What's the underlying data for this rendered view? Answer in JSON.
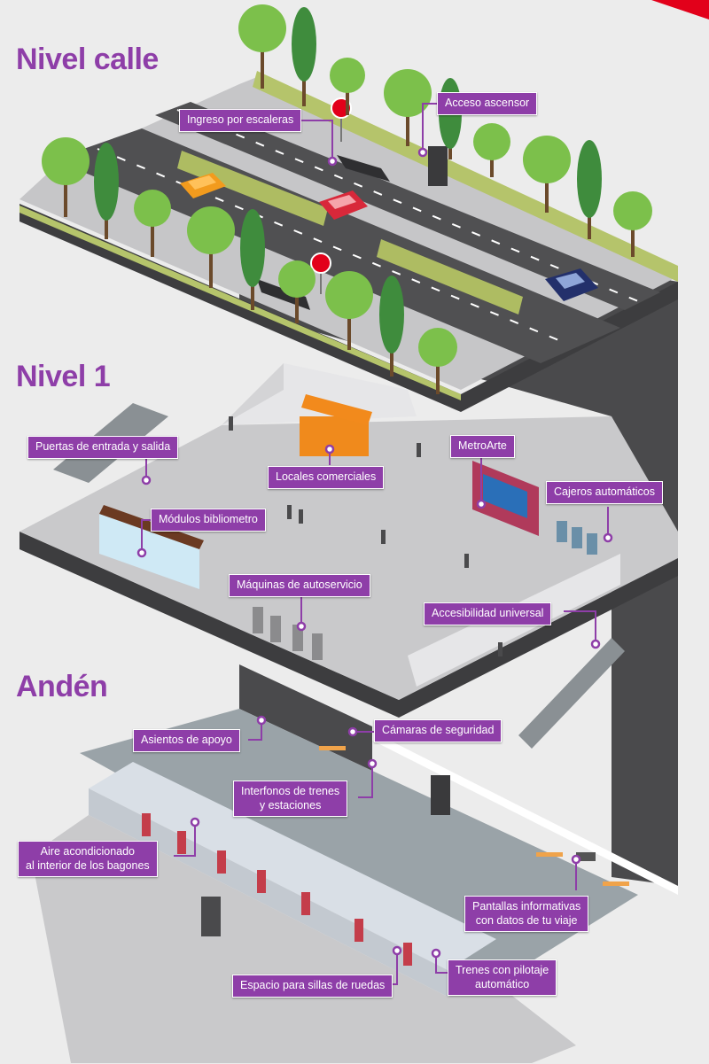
{
  "colors": {
    "accent": "#8e3ea8",
    "background": "#ececec",
    "wall": "#4a4a4c",
    "floor": "#c9c9cb",
    "road": "#505052",
    "tree": "#7cc04b",
    "brand_corner": "#e2001a"
  },
  "levels": {
    "street": "Nivel calle",
    "level1": "Nivel 1",
    "platform": "Andén"
  },
  "callouts": {
    "stairs_entry": "Ingreso por escaleras",
    "elevator_access": "Acceso ascensor",
    "gates": "Puertas de entrada y salida",
    "shops": "Locales comerciales",
    "metroarte": "MetroArte",
    "atms": "Cajeros automáticos",
    "bibliometro": "Módulos bibliometro",
    "self_service": "Máquinas de autoservicio",
    "accessibility": "Accesibilidad universal",
    "support_seats": "Asientos de apoyo",
    "security_cameras": "Cámaras de seguridad",
    "intercoms_line1": "Interfonos de trenes",
    "intercoms_line2": "y estaciones",
    "ac_line1": "Aire acondicionado",
    "ac_line2": "al interior de los bagones",
    "screens_line1": "Pantallas informativas",
    "screens_line2": "con datos de tu viaje",
    "autopilot_line1": "Trenes con pilotaje",
    "autopilot_line2": "automático",
    "wheelchair_space": "Espacio para sillas de ruedas"
  },
  "icons": {
    "metro_sign": "metro-logo-icon",
    "callout_marker": "ring-marker-icon"
  }
}
